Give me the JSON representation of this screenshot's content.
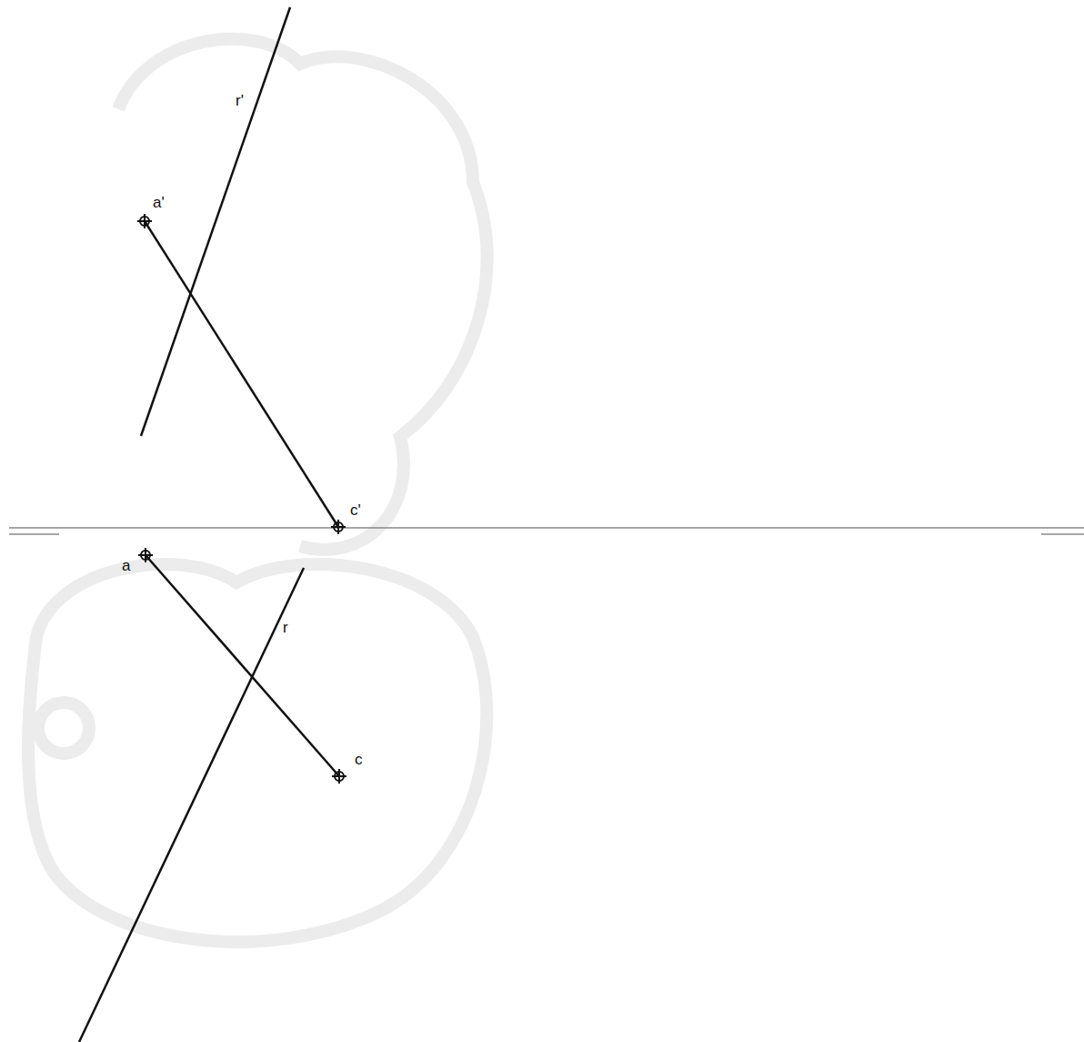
{
  "diagram": {
    "labels": [
      "r'",
      "a'",
      "c'",
      "a",
      "r",
      "c"
    ]
  }
}
